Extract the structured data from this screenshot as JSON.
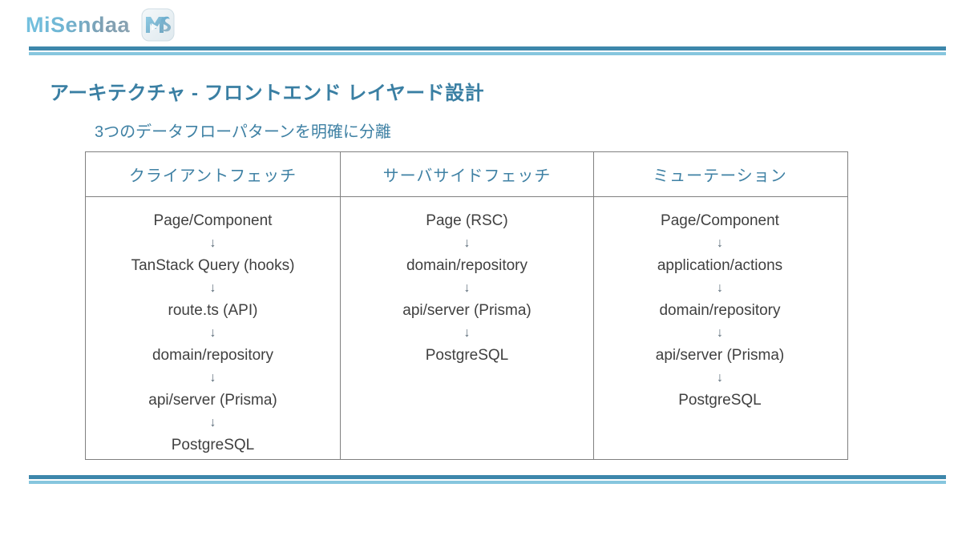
{
  "brand": {
    "wordmark": "MiSendaa",
    "logo_icon": "ms-play-logo-icon",
    "accent_dark": "#3d87ab",
    "accent_light": "#86c6de"
  },
  "header": {
    "title": "アーキテクチャ - フロントエンド レイヤード設計",
    "subtitle": "3つのデータフローパターンを明確に分離",
    "title_color": "#3a7fa3"
  },
  "table": {
    "border_color": "#808080",
    "header_text_color": "#3f81a4",
    "body_text_color": "#404040",
    "arrow_glyph": "↓",
    "columns": [
      {
        "header": "クライアントフェッチ",
        "steps": [
          "Page/Component",
          "TanStack Query (hooks)",
          "route.ts (API)",
          "domain/repository",
          "api/server (Prisma)",
          "PostgreSQL"
        ]
      },
      {
        "header": "サーバサイドフェッチ",
        "steps": [
          "Page (RSC)",
          "domain/repository",
          "api/server (Prisma)",
          "PostgreSQL"
        ]
      },
      {
        "header": "ミューテーション",
        "steps": [
          "Page/Component",
          "application/actions",
          "domain/repository",
          "api/server (Prisma)",
          "PostgreSQL"
        ]
      }
    ]
  }
}
